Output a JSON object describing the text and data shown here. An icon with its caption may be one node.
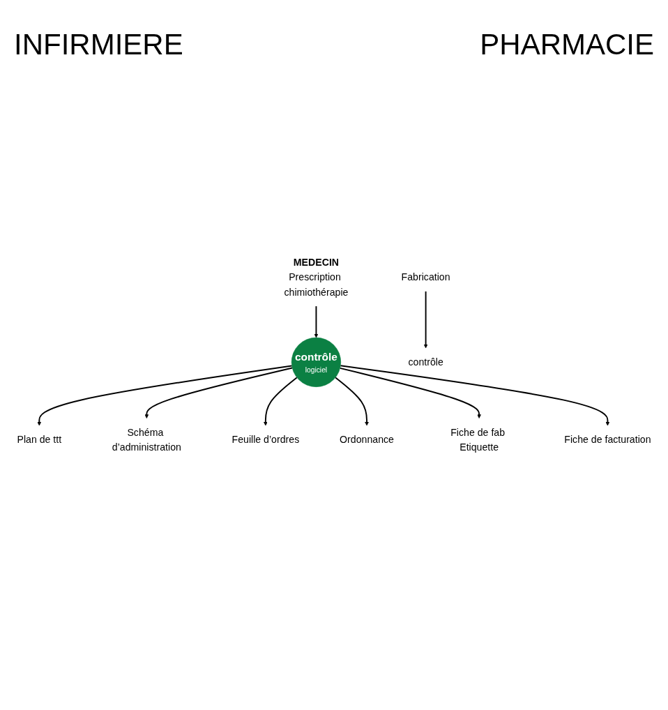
{
  "diagram": {
    "nodes": [
      {
        "text": [
          "MEDECIN",
          "Prescription chimiothérapie"
        ]
      },
      {
        "text": [
          "contrôle",
          "logiciel"
        ]
      },
      {
        "text": [
          "Plan de ttt"
        ]
      },
      {
        "text": [
          "Schéma d’administration"
        ]
      },
      {
        "text": [
          "Feuille d’ordres"
        ]
      },
      {
        "text": [
          "contrôle"
        ]
      },
      {
        "text": [
          "Ordonnance"
        ]
      },
      {
        "text": [
          "Fiche de fab Etiquette"
        ]
      },
      {
        "text": [
          "Fiche de facturation"
        ]
      },
      {
        "text": [
          "Fabrication"
        ]
      }
    ],
    "edges": [
      {
        "from": 0,
        "to": 1,
        "arrow": "to"
      },
      {
        "from": 1,
        "to": 2,
        "arrow": "to"
      },
      {
        "from": 1,
        "to": 3,
        "arrow": "to"
      },
      {
        "from": 1,
        "to": 4,
        "arrow": "to"
      },
      {
        "from": 1,
        "to": 6,
        "arrow": "to"
      },
      {
        "from": 1,
        "to": 7,
        "arrow": "to"
      },
      {
        "from": 1,
        "to": 8,
        "arrow": "to"
      },
      {
        "from": 9,
        "to": 5,
        "arrow": "to"
      }
    ],
    "labels": [
      "INFIRMIERE",
      "PHARMACIE"
    ]
  }
}
